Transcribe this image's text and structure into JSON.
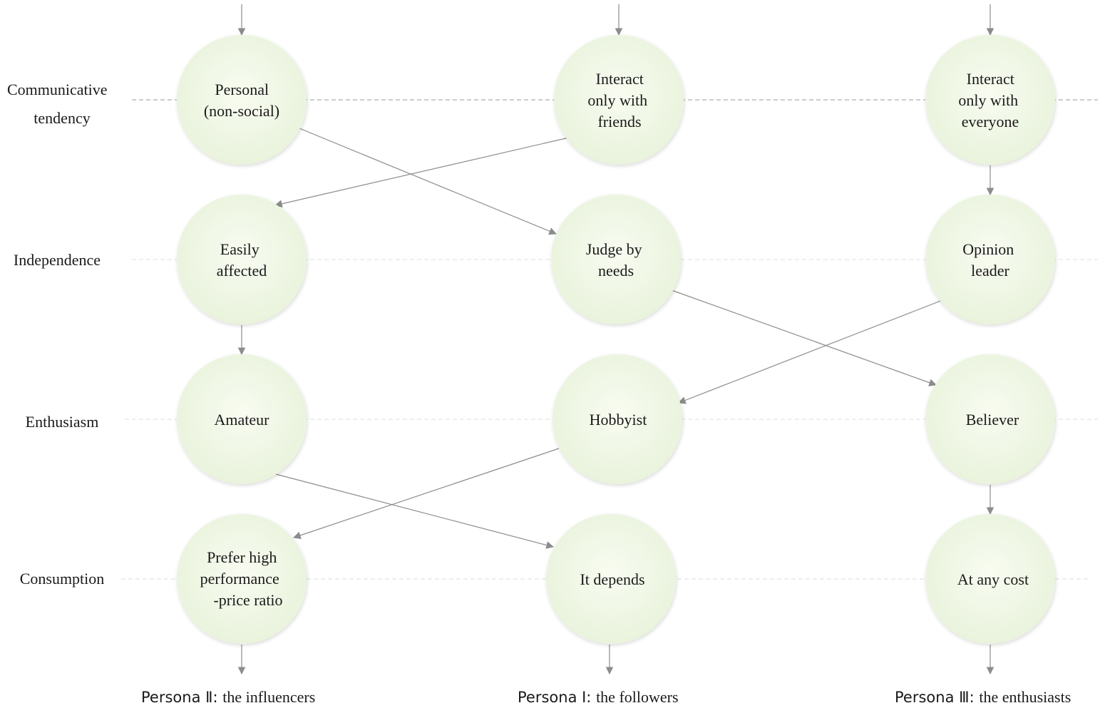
{
  "rows": [
    {
      "label_lines": [
        "Communicative",
        "tendency"
      ]
    },
    {
      "label_lines": [
        "Independence"
      ]
    },
    {
      "label_lines": [
        "Enthusiasm"
      ]
    },
    {
      "label_lines": [
        "Consumption"
      ]
    }
  ],
  "personas": [
    {
      "prefix": "Persona Ⅱ: ",
      "name": "the influencers"
    },
    {
      "prefix": "Persona Ⅰ: ",
      "name": "the followers"
    },
    {
      "prefix": "Persona Ⅲ: ",
      "name": "the enthusiasts"
    }
  ],
  "nodes": {
    "n00": [
      "Personal",
      "(non-social)"
    ],
    "n01": [
      "Interact",
      "only with",
      "friends"
    ],
    "n02": [
      "Interact",
      "only with",
      "everyone"
    ],
    "n10": [
      "Easily",
      "affected"
    ],
    "n11": [
      "Judge by",
      "needs"
    ],
    "n12": [
      "Opinion",
      "leader"
    ],
    "n20": [
      "Amateur"
    ],
    "n21": [
      "Hobbyist"
    ],
    "n22": [
      "Believer"
    ],
    "n30": [
      "Prefer high",
      "performance",
      "-price ratio"
    ],
    "n31": [
      "It depends"
    ],
    "n32": [
      "At any cost"
    ]
  },
  "colors": {
    "node_fill": "#eef6e2",
    "node_center": "#f7fbef",
    "arrow": "#8c8c8c"
  }
}
